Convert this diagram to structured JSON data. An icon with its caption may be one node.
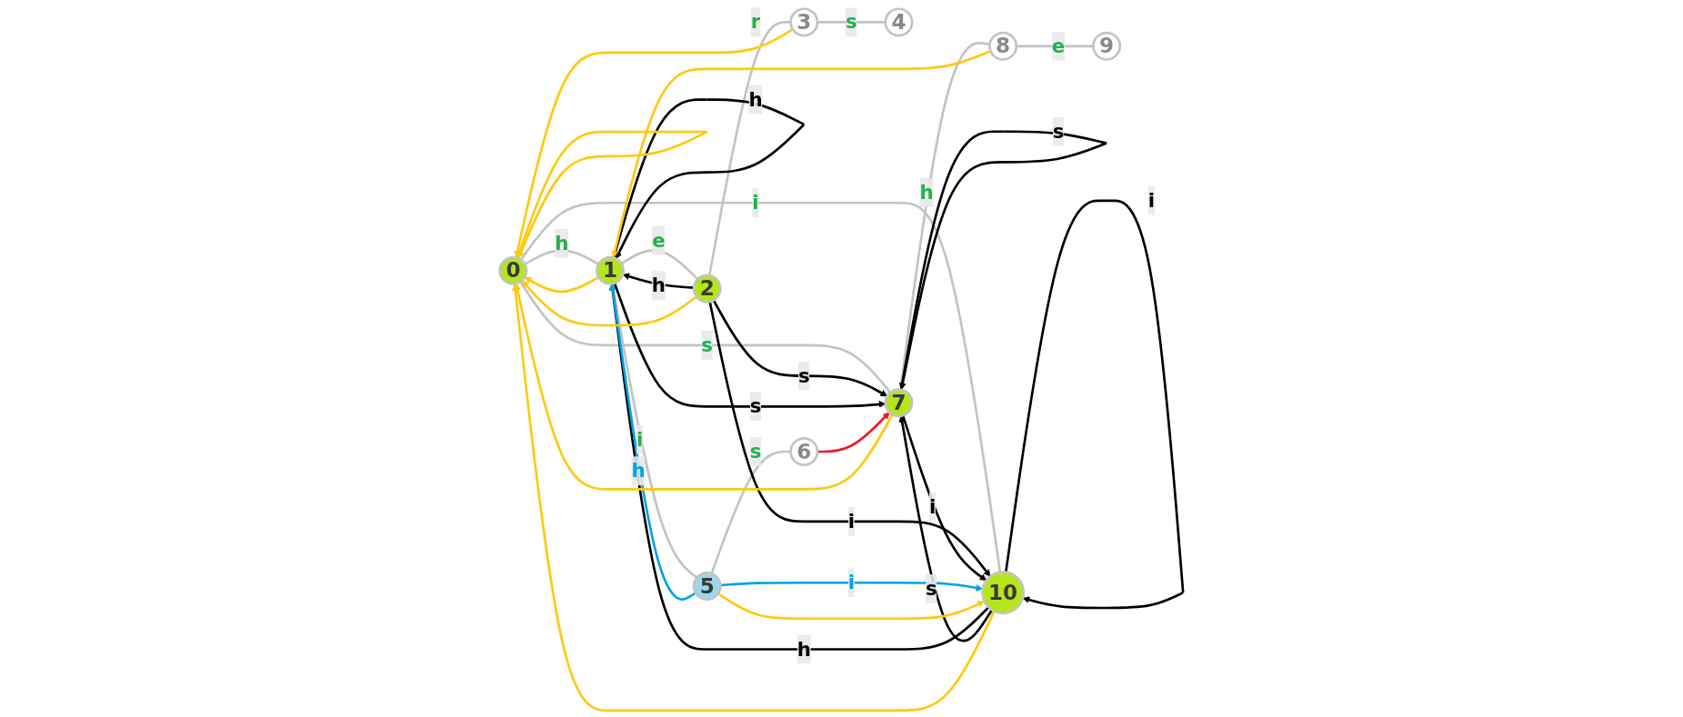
{
  "diagram": {
    "nodes": [
      {
        "text": [
          "0"
        ]
      },
      {
        "text": [
          "1"
        ]
      },
      {
        "text": [
          "2"
        ]
      },
      {
        "text": [
          "3"
        ]
      },
      {
        "text": [
          "4"
        ]
      },
      {
        "text": [
          "5"
        ]
      },
      {
        "text": [
          "6"
        ]
      },
      {
        "text": [
          "7"
        ]
      },
      {
        "text": [
          "8"
        ]
      },
      {
        "text": [
          "9"
        ]
      },
      {
        "text": [
          "10"
        ]
      }
    ],
    "edges": [
      {
        "from": 0,
        "to": 1,
        "arrow": "none",
        "label": "h",
        "color": "#c3c3c3"
      },
      {
        "from": 1,
        "to": 2,
        "arrow": "none",
        "label": "e",
        "color": "#c3c3c3"
      },
      {
        "from": 2,
        "to": 3,
        "arrow": "none",
        "label": "r",
        "color": "#c3c3c3"
      },
      {
        "from": 3,
        "to": 4,
        "arrow": "none",
        "label": "s",
        "color": "#c3c3c3"
      },
      {
        "from": 1,
        "to": 5,
        "arrow": "none",
        "label": "i",
        "color": "#c3c3c3"
      },
      {
        "from": 5,
        "to": 6,
        "arrow": "none",
        "label": "s",
        "color": "#c3c3c3"
      },
      {
        "from": 0,
        "to": 7,
        "arrow": "none",
        "label": "s",
        "color": "#c3c3c3"
      },
      {
        "from": 7,
        "to": 8,
        "arrow": "none",
        "label": "h",
        "color": "#c3c3c3"
      },
      {
        "from": 8,
        "to": 9,
        "arrow": "none",
        "label": "e",
        "color": "#c3c3c3"
      },
      {
        "from": 0,
        "to": 10,
        "arrow": "none",
        "label": "i",
        "color": "#c3c3c3"
      },
      {
        "from": 1,
        "to": 1,
        "arrow": "to",
        "label": "h",
        "color": "#000000"
      },
      {
        "from": 2,
        "to": 1,
        "arrow": "to",
        "label": "h",
        "color": "#000000"
      },
      {
        "from": 2,
        "to": 7,
        "arrow": "to",
        "label": "s",
        "color": "#000000"
      },
      {
        "from": 2,
        "to": 10,
        "arrow": "to",
        "label": "i",
        "color": "#000000"
      },
      {
        "from": 1,
        "to": 7,
        "arrow": "to",
        "label": "s",
        "color": "#000000"
      },
      {
        "from": 10,
        "to": 1,
        "arrow": "to",
        "label": "h",
        "color": "#000000"
      },
      {
        "from": 7,
        "to": 7,
        "arrow": "to",
        "label": "s",
        "color": "#000000"
      },
      {
        "from": 7,
        "to": 10,
        "arrow": "to",
        "label": "i",
        "color": "#000000"
      },
      {
        "from": 10,
        "to": 7,
        "arrow": "to",
        "label": "s",
        "color": "#000000"
      },
      {
        "from": 10,
        "to": 10,
        "arrow": "to",
        "label": "i",
        "color": "#000000"
      },
      {
        "from": 5,
        "to": 1,
        "arrow": "to",
        "label": "h",
        "color": "#00a2e8"
      },
      {
        "from": 5,
        "to": 10,
        "arrow": "to",
        "label": "i",
        "color": "#00a2e8"
      },
      {
        "from": 0,
        "to": 0,
        "arrow": "to",
        "color": "#ffc90e"
      },
      {
        "from": 1,
        "to": 0,
        "arrow": "to",
        "color": "#ffc90e"
      },
      {
        "from": 2,
        "to": 0,
        "arrow": "to",
        "color": "#ffc90e"
      },
      {
        "from": 3,
        "to": 0,
        "arrow": "to",
        "color": "#ffc90e"
      },
      {
        "from": 5,
        "to": 10,
        "arrow": "to",
        "color": "#ffc90e"
      },
      {
        "from": 7,
        "to": 0,
        "arrow": "to",
        "color": "#ffc90e"
      },
      {
        "from": 8,
        "to": 1,
        "arrow": "to",
        "color": "#ffc90e"
      },
      {
        "from": 10,
        "to": 0,
        "arrow": "to",
        "color": "#ffc90e"
      },
      {
        "from": 6,
        "to": 7,
        "arrow": "to",
        "color": "#ed1c24"
      }
    ]
  }
}
